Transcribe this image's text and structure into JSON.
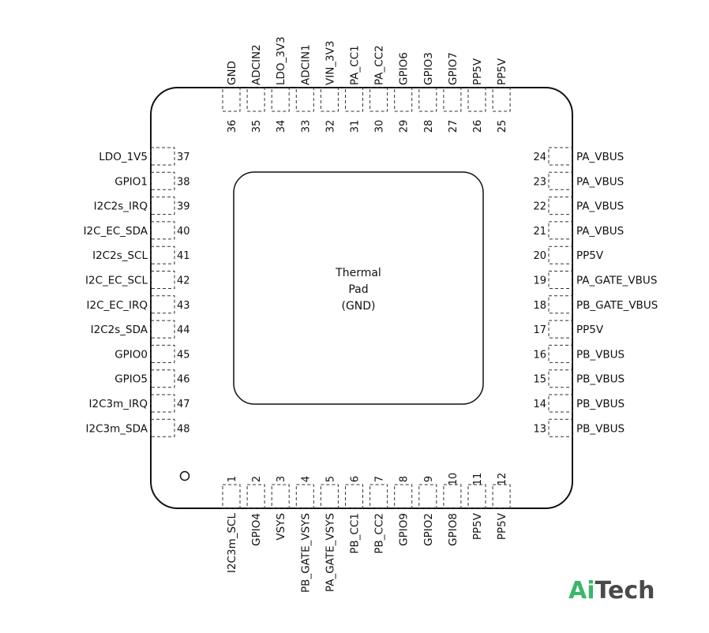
{
  "thermal_pad": {
    "line1": "Thermal",
    "line2": "Pad",
    "line3": "(GND)"
  },
  "logo": {
    "ai": "Ai",
    "tech": "Tech",
    "ai_color": "#3cb66c",
    "tech_color": "#4a4a4a"
  },
  "colors": {
    "outline": "#111111",
    "pad_dash": "#333333"
  },
  "pins": {
    "top": [
      {
        "num": "36",
        "name": "GND"
      },
      {
        "num": "35",
        "name": "ADCIN2"
      },
      {
        "num": "34",
        "name": "LDO_3V3"
      },
      {
        "num": "33",
        "name": "ADCIN1"
      },
      {
        "num": "32",
        "name": "VIN_3V3"
      },
      {
        "num": "31",
        "name": "PA_CC1"
      },
      {
        "num": "30",
        "name": "PA_CC2"
      },
      {
        "num": "29",
        "name": "GPIO6"
      },
      {
        "num": "28",
        "name": "GPIO3"
      },
      {
        "num": "27",
        "name": "GPIO7"
      },
      {
        "num": "26",
        "name": "PP5V"
      },
      {
        "num": "25",
        "name": "PP5V"
      }
    ],
    "left": [
      {
        "num": "37",
        "name": "LDO_1V5"
      },
      {
        "num": "38",
        "name": "GPIO1"
      },
      {
        "num": "39",
        "name": "I2C2s_IRQ"
      },
      {
        "num": "40",
        "name": "I2C_EC_SDA"
      },
      {
        "num": "41",
        "name": "I2C2s_SCL"
      },
      {
        "num": "42",
        "name": "I2C_EC_SCL"
      },
      {
        "num": "43",
        "name": "I2C_EC_IRQ"
      },
      {
        "num": "44",
        "name": "I2C2s_SDA"
      },
      {
        "num": "45",
        "name": "GPIO0"
      },
      {
        "num": "46",
        "name": "GPIO5"
      },
      {
        "num": "47",
        "name": "I2C3m_IRQ"
      },
      {
        "num": "48",
        "name": "I2C3m_SDA"
      }
    ],
    "right": [
      {
        "num": "24",
        "name": "PA_VBUS"
      },
      {
        "num": "23",
        "name": "PA_VBUS"
      },
      {
        "num": "22",
        "name": "PA_VBUS"
      },
      {
        "num": "21",
        "name": "PA_VBUS"
      },
      {
        "num": "20",
        "name": "PP5V"
      },
      {
        "num": "19",
        "name": "PA_GATE_VBUS"
      },
      {
        "num": "18",
        "name": "PB_GATE_VBUS"
      },
      {
        "num": "17",
        "name": "PP5V"
      },
      {
        "num": "16",
        "name": "PB_VBUS"
      },
      {
        "num": "15",
        "name": "PB_VBUS"
      },
      {
        "num": "14",
        "name": "PB_VBUS"
      },
      {
        "num": "13",
        "name": "PB_VBUS"
      }
    ],
    "bottom": [
      {
        "num": "1",
        "name": "I2C3m_SCL"
      },
      {
        "num": "2",
        "name": "GPIO4"
      },
      {
        "num": "3",
        "name": "VSYS"
      },
      {
        "num": "4",
        "name": "PB_GATE_VSYS"
      },
      {
        "num": "5",
        "name": "PA_GATE_VSYS"
      },
      {
        "num": "6",
        "name": "PB_CC1"
      },
      {
        "num": "7",
        "name": "PB_CC2"
      },
      {
        "num": "8",
        "name": "GPIO9"
      },
      {
        "num": "9",
        "name": "GPIO2"
      },
      {
        "num": "10",
        "name": "GPIO8"
      },
      {
        "num": "11",
        "name": "PP5V"
      },
      {
        "num": "12",
        "name": "PP5V"
      }
    ]
  }
}
